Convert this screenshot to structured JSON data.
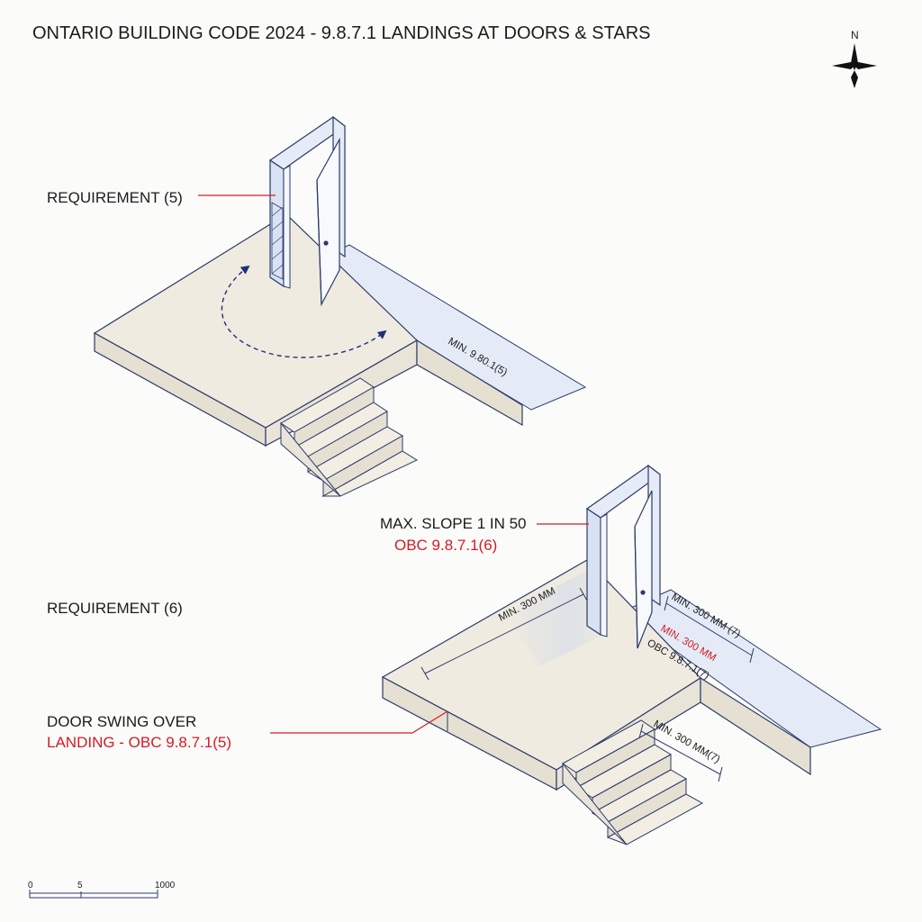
{
  "title": "ONTARIO BUILDING CODE 2024 - 9.8.7.1 LANDINGS AT DOORS & STARS",
  "compass": {
    "north_label": "N"
  },
  "detail_top": {
    "requirement_label": "REQUIREMENT (5)",
    "dimension_label": "MIN. 9.80.1(5)"
  },
  "detail_bottom": {
    "requirement_label": "REQUIREMENT (6)",
    "slope_label": "MAX. SLOPE 1 IN 50",
    "slope_ref": "OBC 9.8.7.1(6)",
    "door_swing_line1": "DOOR SWING OVER",
    "door_swing_line2": "LANDING - OBC 9.8.7.1(5)",
    "dim_landing": "MIN. 300 MM",
    "dim_side_1": "MIN. 300 MM (7)",
    "dim_side_2": "MIN. 300 MM",
    "dim_side_3": "OBC 9.8.7.1(7)",
    "dim_stair": "MIN. 300 MM(7)"
  },
  "scale_bar": {
    "labels": [
      "0",
      "5",
      "1000"
    ]
  },
  "colors": {
    "landing_top": "#efebe0",
    "landing_side": "#e5e0d2",
    "outline": "#2c3a68",
    "door_frame": "#e6ecf7",
    "walkway": "#e4ebf7",
    "accent_red": "#d21c24",
    "swing_arc": "#1f3178"
  }
}
